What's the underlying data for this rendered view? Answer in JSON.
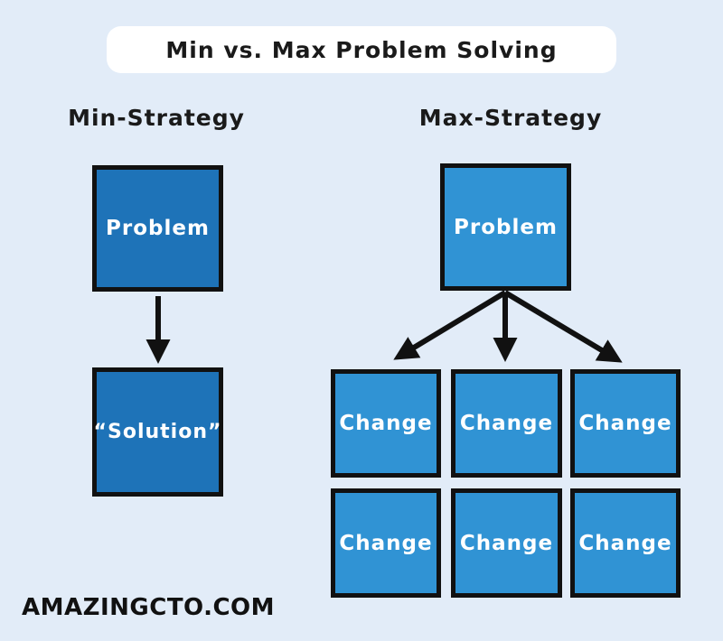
{
  "title": "Min vs. Max Problem Solving",
  "min_strategy": {
    "heading": "Min-Strategy",
    "problem_label": "Problem",
    "solution_label": "“Solution”"
  },
  "max_strategy": {
    "heading": "Max-Strategy",
    "problem_label": "Problem",
    "changes": [
      "Change",
      "Change",
      "Change",
      "Change",
      "Change",
      "Change"
    ]
  },
  "footer": {
    "watermark": "AMAZINGCTO.COM"
  },
  "diagram": {
    "arrows": [
      {
        "from": "min-problem",
        "to": "min-solution"
      },
      {
        "from": "max-problem",
        "to": "change-1"
      },
      {
        "from": "max-problem",
        "to": "change-2"
      },
      {
        "from": "max-problem",
        "to": "change-3"
      }
    ]
  },
  "colors": {
    "background": "#e2ecf8",
    "title_bg": "#ffffff",
    "min_box_fill": "#1e73b8",
    "max_box_fill": "#3093d4",
    "box_border": "#111111",
    "arrow": "#111111",
    "heading_text": "#1a1a1a",
    "box_text": "#ffffff"
  }
}
